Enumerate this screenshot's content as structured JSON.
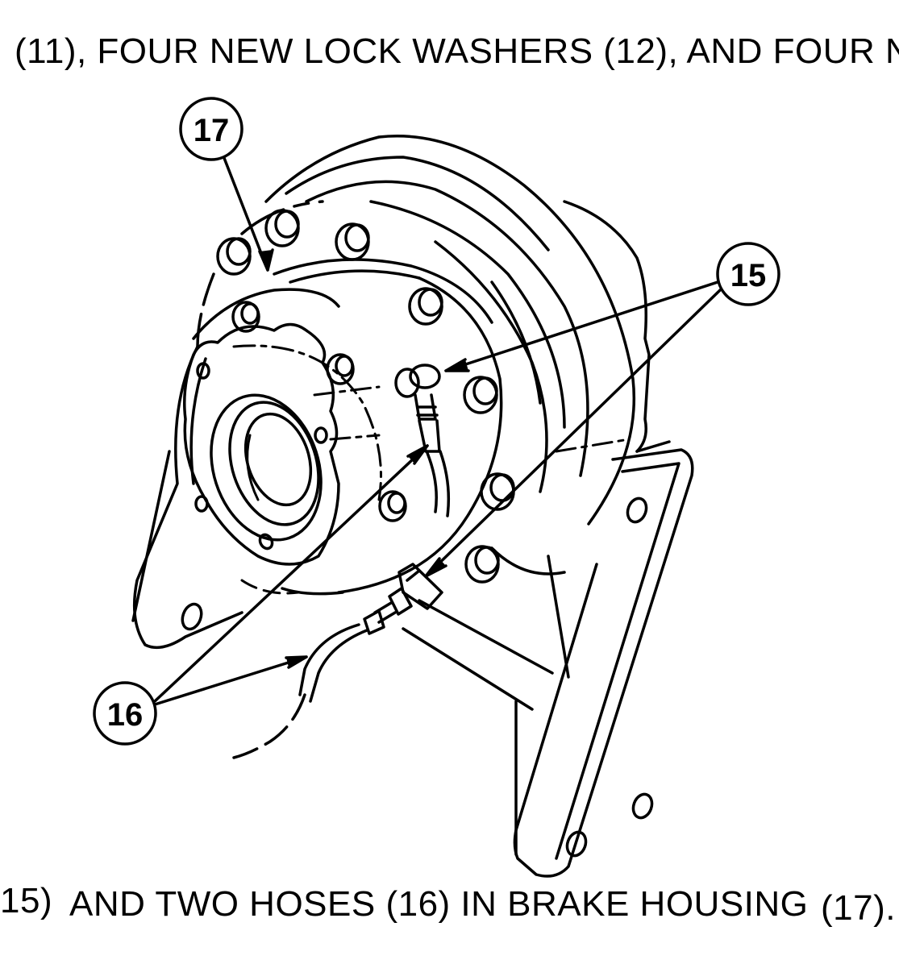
{
  "text": {
    "top_line": "(11), FOUR NEW LOCK WASHERS (12), AND FOUR N",
    "bottom_start": "15)",
    "bottom_main": "AND TWO HOSES (16) IN BRAKE HOUSING",
    "bottom_end": "(17)."
  },
  "callouts": {
    "c17": "17",
    "c15": "15",
    "c16": "16"
  },
  "colors": {
    "ink": "#000000",
    "paper": "#ffffff"
  }
}
